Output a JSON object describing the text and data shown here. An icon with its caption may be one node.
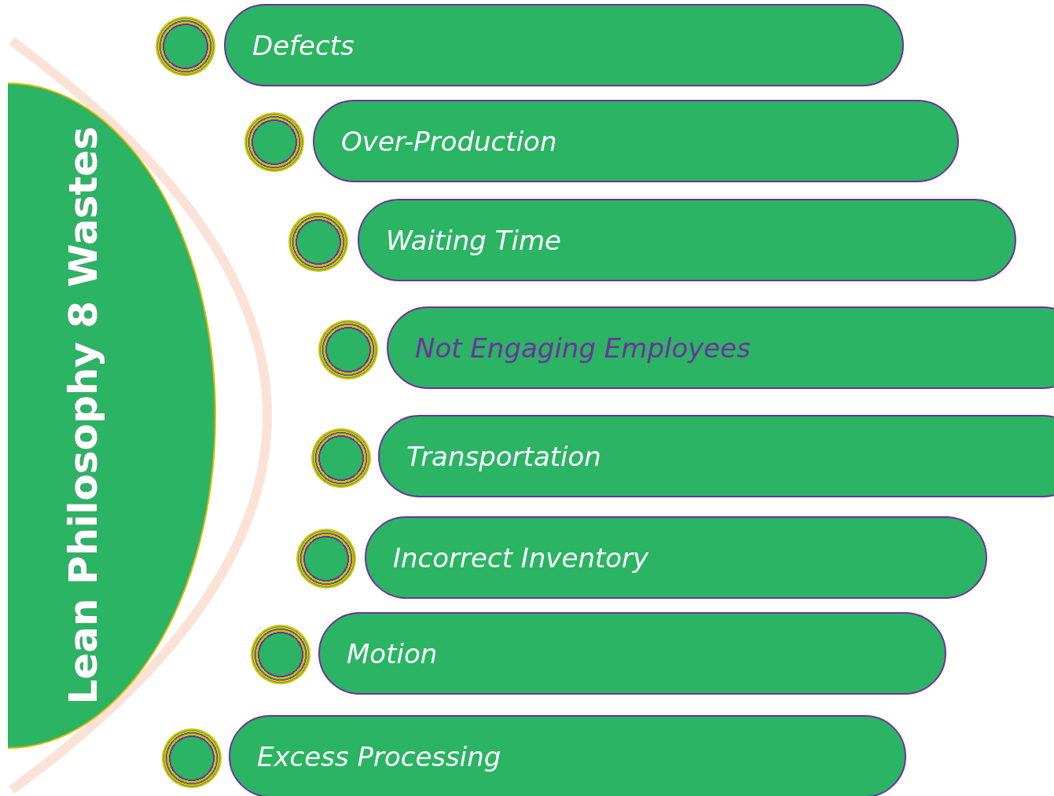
{
  "diagram": {
    "nodes": [
      {
        "text": [
          "Lean Philosophy 8 Wastes"
        ]
      },
      {
        "text": [],
        "shape": "circle"
      },
      {
        "text": [
          "Defects"
        ]
      },
      {
        "text": [],
        "shape": "circle"
      },
      {
        "text": [
          "Over-Production"
        ]
      },
      {
        "text": [],
        "shape": "circle"
      },
      {
        "text": [
          "Waiting Time"
        ]
      },
      {
        "text": [],
        "shape": "circle"
      },
      {
        "text": [
          "Not Engaging Employees"
        ]
      },
      {
        "text": [],
        "shape": "circle"
      },
      {
        "text": [
          "Transportation"
        ]
      },
      {
        "text": [],
        "shape": "circle"
      },
      {
        "text": [
          "Incorrect Inventory"
        ]
      },
      {
        "text": [],
        "shape": "circle"
      },
      {
        "text": [
          "Motion"
        ]
      },
      {
        "text": [],
        "shape": "circle"
      },
      {
        "text": [
          "Excess Processing"
        ]
      }
    ]
  }
}
